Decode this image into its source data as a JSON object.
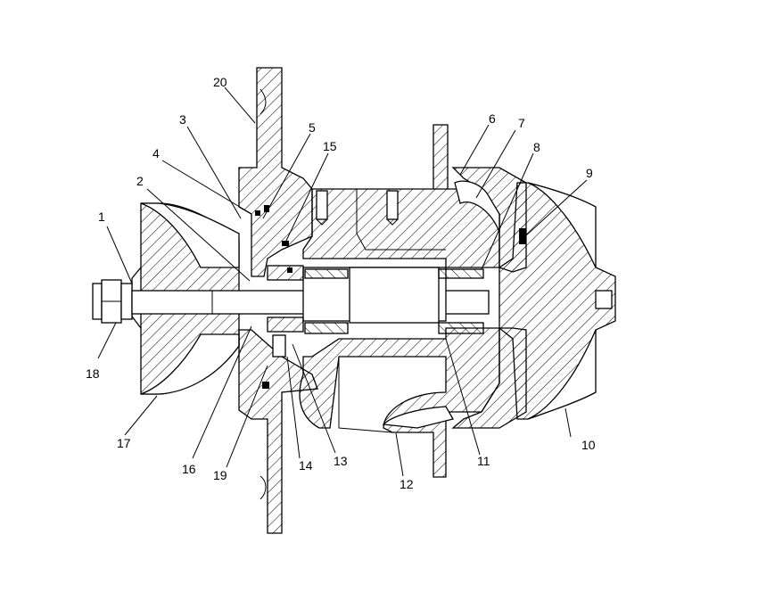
{
  "diagram": {
    "labels": [
      {
        "id": "1",
        "text": "1"
      },
      {
        "id": "2",
        "text": "2"
      },
      {
        "id": "3",
        "text": "3"
      },
      {
        "id": "4",
        "text": "4"
      },
      {
        "id": "5",
        "text": "5"
      },
      {
        "id": "6",
        "text": "6"
      },
      {
        "id": "7",
        "text": "7"
      },
      {
        "id": "8",
        "text": "8"
      },
      {
        "id": "9",
        "text": "9"
      },
      {
        "id": "10",
        "text": "10"
      },
      {
        "id": "11",
        "text": "11"
      },
      {
        "id": "12",
        "text": "12"
      },
      {
        "id": "13",
        "text": "13"
      },
      {
        "id": "14",
        "text": "14"
      },
      {
        "id": "15",
        "text": "15"
      },
      {
        "id": "16",
        "text": "16"
      },
      {
        "id": "17",
        "text": "17"
      },
      {
        "id": "18",
        "text": "18"
      },
      {
        "id": "19",
        "text": "19"
      },
      {
        "id": "20",
        "text": "20"
      }
    ],
    "colors": {
      "line": "#000000",
      "background": "#ffffff"
    }
  }
}
